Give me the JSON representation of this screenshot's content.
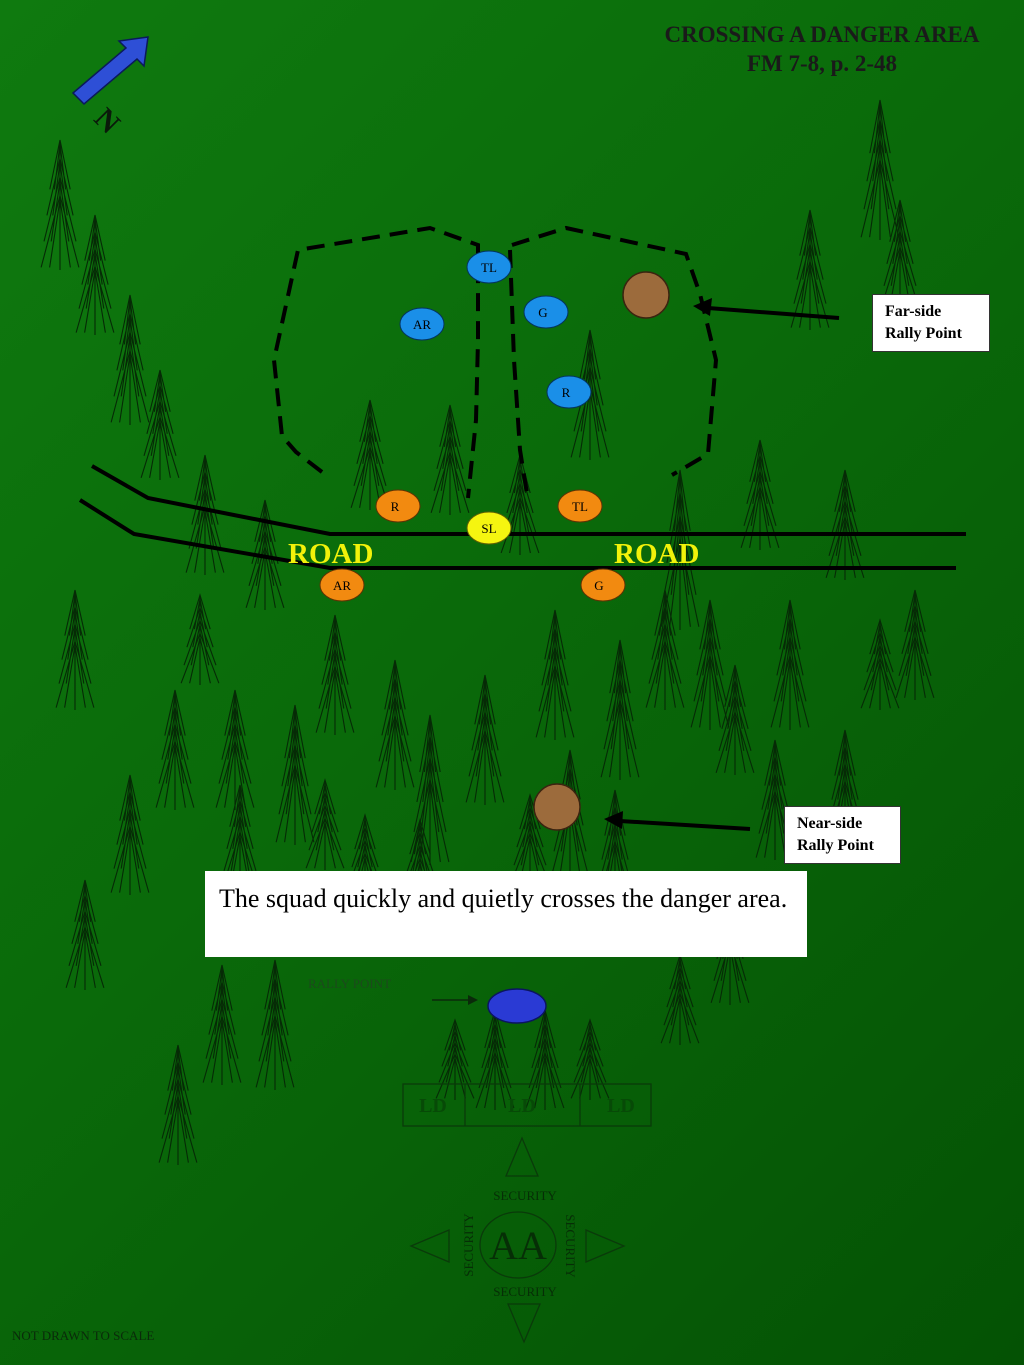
{
  "title": {
    "line1": "CROSSING A DANGER AREA",
    "line2": "FM 7-8, p. 2-48"
  },
  "compass": {
    "label": "N",
    "icon": "north-arrow-icon",
    "color": "#2e4fd6"
  },
  "road": {
    "label_left": "ROAD",
    "label_right": "ROAD",
    "label_color": "#f2f20a"
  },
  "callouts": {
    "far_side": {
      "line1": "Far-side",
      "line2": "Rally Point"
    },
    "near_side": {
      "line1": "Near-side",
      "line2": "Rally Point"
    }
  },
  "caption": "The squad quickly and quietly crosses the danger area.",
  "team_colors": {
    "blue_team": "#1a8fe8",
    "orange_team": "#f28a10",
    "squad_leader": "#f5f510",
    "rally_point": "#9c6b3c",
    "old_rally_point": "#2a3ad4"
  },
  "markers": {
    "far_tl": "TL",
    "far_ar": "AR",
    "far_g": "G",
    "far_r": "R",
    "road_r": "R",
    "road_tl": "TL",
    "road_sl": "SL",
    "road_ar": "AR",
    "road_g": "G"
  },
  "rally_point_label": "RALLY POINT",
  "ld": [
    "LD",
    "LD",
    "LD"
  ],
  "assembly_area": {
    "label": "AA",
    "security_top": "SECURITY",
    "security_bottom": "SECURITY",
    "security_left": "SECURITY",
    "security_right": "SECURITY"
  },
  "footnote": "NOT DRAWN TO SCALE"
}
